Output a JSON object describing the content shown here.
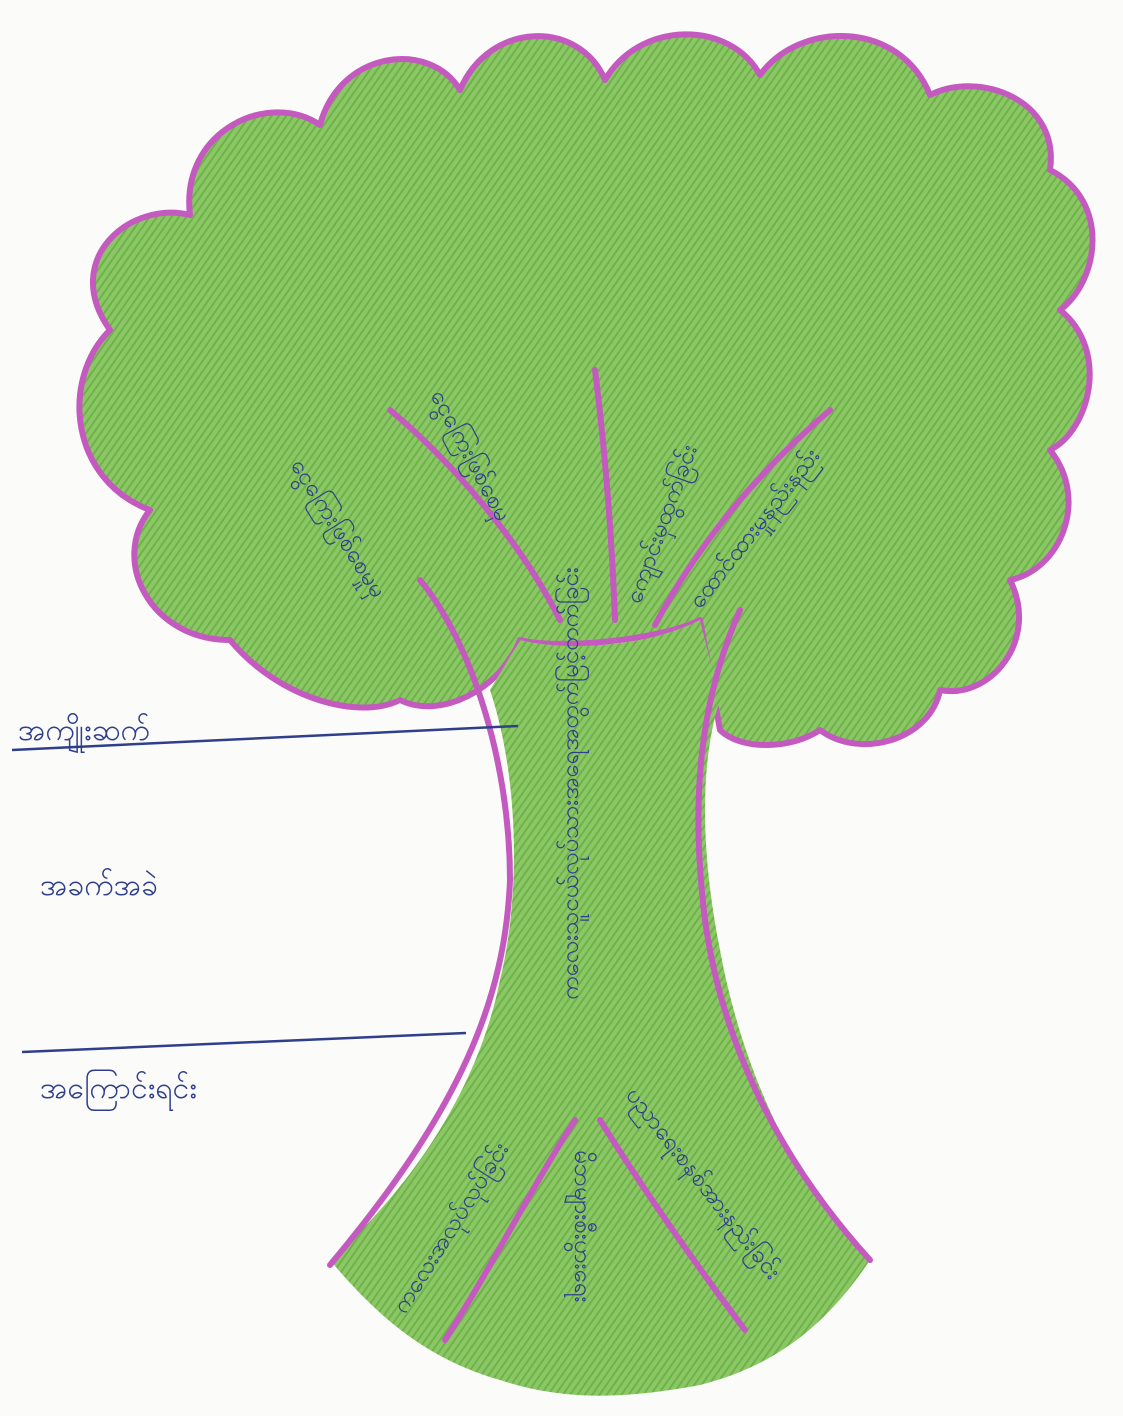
{
  "colors": {
    "canopy_fill": "#7fbf5a",
    "canopy_shade": "#5fa73f",
    "outline": "#c45ac0",
    "ink": "#2f3f8c",
    "paper": "#fbfbf9"
  },
  "labels": {
    "effects": "အကျိုးဆက်",
    "problem": "အခက်အခဲ",
    "causes": "အကြောင်းရင်း"
  },
  "branches": [
    "ငွေကြေးဖြစ်စေမှုမှ",
    "ငွေကြေးဖြစ်စေမှ",
    "ကျောင်းမှထွက်ခြင်း",
    "ထောင်ထားမှုနည်းနည်း"
  ],
  "trunk": {
    "text": "ကလေးသူငယ်လုပ်သားအရေအတွက်မြင့်တက်ခြင်း"
  },
  "roots": [
    "ကလေးအလုပ်လုပ်ခြင်း",
    "မိဘများစီးပွားရေး",
    "ပညာရေးစနစ်အားနည်းခြင်း"
  ]
}
